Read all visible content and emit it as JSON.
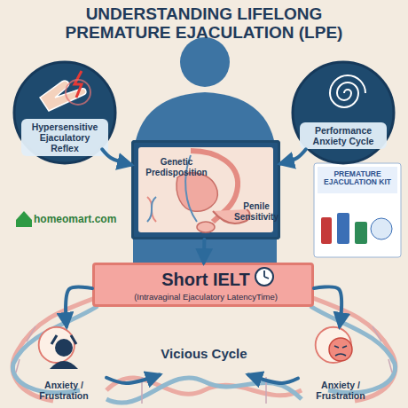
{
  "diagram": {
    "title": "UNDERSTANDING LIFELONG PREMATURE EJACULATION (LPE)",
    "nodes": [
      {
        "text": [
          "Hypersensitive Ejaculatory Reflex"
        ]
      },
      {
        "text": [
          "Performance Anxiety Cycle"
        ]
      },
      {
        "text": [
          "Genetic Predisposition",
          "Penile Sensitivity"
        ]
      },
      {
        "text": [
          "Short IELT",
          "(Intravaginal Ejaculatory LatencyTime)"
        ]
      },
      {
        "text": [
          "Anxiety / Frustration"
        ]
      },
      {
        "text": [
          "Vicious Cycle"
        ]
      },
      {
        "text": [
          "Anxiety / Frustration"
        ]
      }
    ],
    "edges": [
      {
        "from": 0,
        "to": 2,
        "arrow": "to"
      },
      {
        "from": 1,
        "to": 2,
        "arrow": "to"
      },
      {
        "from": 2,
        "to": 3,
        "arrow": "to"
      },
      {
        "from": 3,
        "to": 4,
        "arrow": "to"
      },
      {
        "from": 3,
        "to": 6,
        "arrow": "to"
      },
      {
        "from": 4,
        "to": 5,
        "arrow": "to"
      },
      {
        "from": 6,
        "to": 5,
        "arrow": "to"
      }
    ],
    "labels": [
      "homeomart.com",
      "PREMATURE EJACULATION KIT"
    ]
  }
}
